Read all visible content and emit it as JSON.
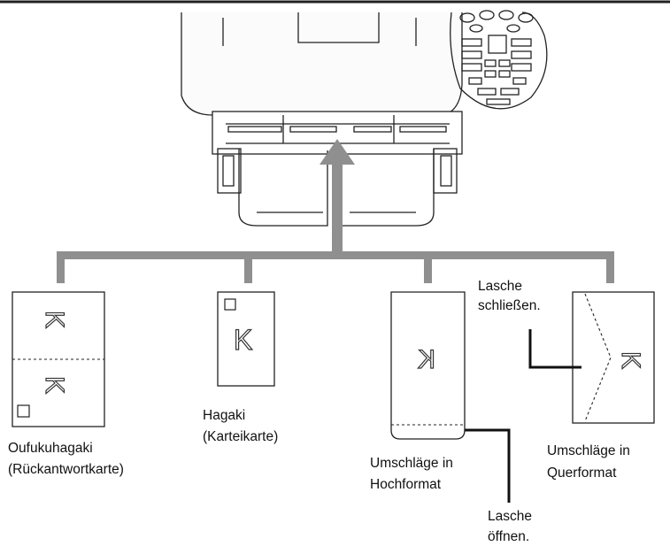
{
  "colors": {
    "line": "#222222",
    "connector": "#8f8f8f",
    "arrow": "#8f8f8f",
    "envelope_fill": "#ffffff",
    "printer_fill": "#fbfbfb"
  },
  "media": {
    "oufukuhagaki": {
      "line1": "Oufukuhagaki",
      "line2": "(Rückantwortkarte)",
      "mark_top": "K",
      "mark_bottom": "K"
    },
    "hagaki": {
      "line1": "Hagaki",
      "line2": "(Karteikarte)",
      "mark": "K"
    },
    "envelope_portrait": {
      "line1": "Umschläge in",
      "line2": "Hochformat",
      "mark": "K"
    },
    "envelope_landscape": {
      "line1": "Umschläge in",
      "line2": "Querformat",
      "mark": "K"
    }
  },
  "callouts": {
    "close_flap_line1": "Lasche",
    "close_flap_line2": "schließen.",
    "open_flap_line1": "Lasche",
    "open_flap_line2": "öffnen."
  }
}
